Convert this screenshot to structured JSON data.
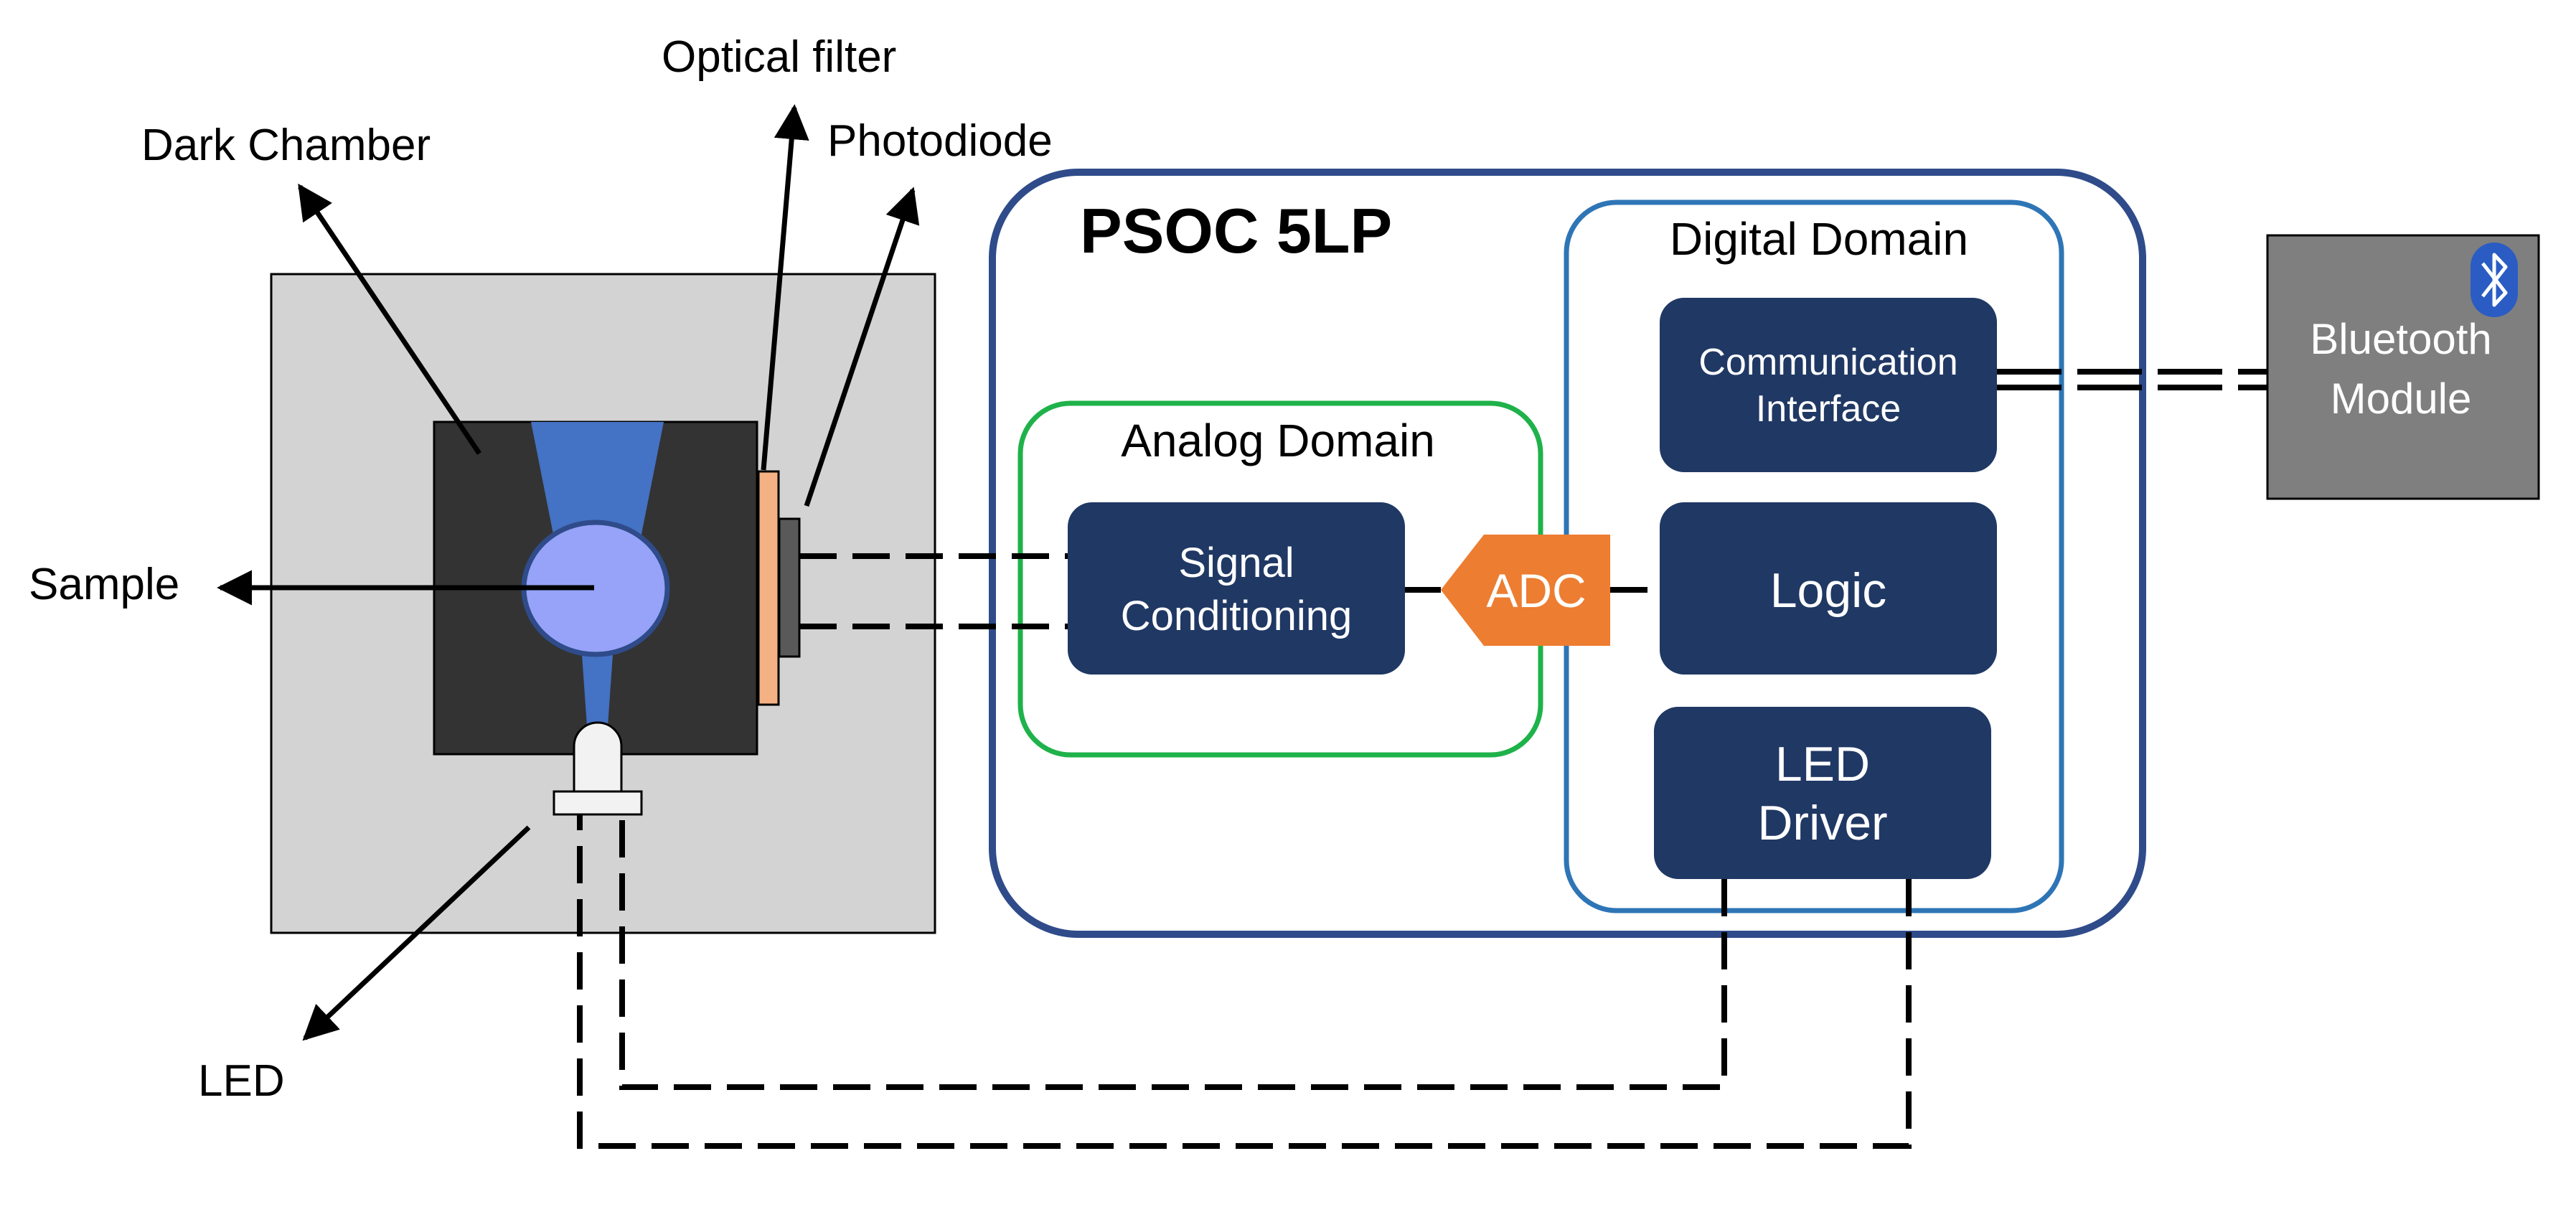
{
  "labels": {
    "dark_chamber": "Dark Chamber",
    "optical_filter": "Optical filter",
    "photodiode": "Photodiode",
    "sample": "Sample",
    "led": "LED"
  },
  "psoc": {
    "title": "PSOC 5LP",
    "analog_domain": "Analog Domain",
    "digital_domain": "Digital Domain",
    "signal_conditioning": [
      "Signal",
      "Conditioning"
    ],
    "adc": "ADC",
    "communication_interface": [
      "Communication",
      "Interface"
    ],
    "logic": "Logic",
    "led_driver": [
      "LED",
      "Driver"
    ]
  },
  "bluetooth": {
    "label": [
      "Bluetooth",
      "Module"
    ],
    "icon": "bluetooth-icon"
  },
  "colors": {
    "block_fill": "#203864",
    "psoc_border": "#2F4B8A",
    "digital_border": "#2E75B6",
    "analog_border": "#1FB24A",
    "adc_fill": "#ED7D31",
    "chamber_outer": "#D3D3D3",
    "chamber_inner": "#333333",
    "light_beam": "#4472C4",
    "sample_fill": "#96A3F8",
    "filter_fill": "#F4B183",
    "bluetooth_fill": "#7F7F7F",
    "bluetooth_badge": "#2A5CC4"
  }
}
